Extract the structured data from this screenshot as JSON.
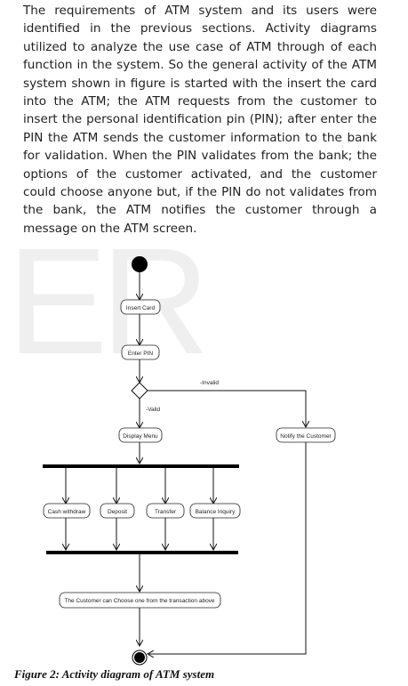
{
  "paragraph": "The requirements of ATM system and its users were identified in the previous sections. Activity diagrams utilized to analyze the use case of ATM through of each function in the system. So the general activity of the ATM system shown in figure is started with the insert the card into the ATM; the ATM requests from the customer to insert the personal identification pin (PIN); after enter the PIN the ATM sends the customer information to the bank for validation. When the PIN validates from the bank; the options of the customer activated, and the customer could choose anyone but, if the PIN do not validates from the bank, the ATM notifies the customer through a message on the ATM screen.",
  "watermark": "ER",
  "diagram": {
    "nodes": {
      "insert_card": "Insert Card",
      "enter_pin": "Enter PIN",
      "display_menu": "Display Menu",
      "notify_customer": "Notify the Customer",
      "cash_withdraw": "Cash withdraw",
      "deposit": "Deposit",
      "transfer": "Transfer",
      "balance_inquiry": "Balance Inquiry",
      "choose": "The Customer can Choose one from the transaction above"
    },
    "guards": {
      "invalid": "-Invalid",
      "valid": "-Valid"
    }
  },
  "caption": "Figure 2: Activity diagram of ATM system"
}
